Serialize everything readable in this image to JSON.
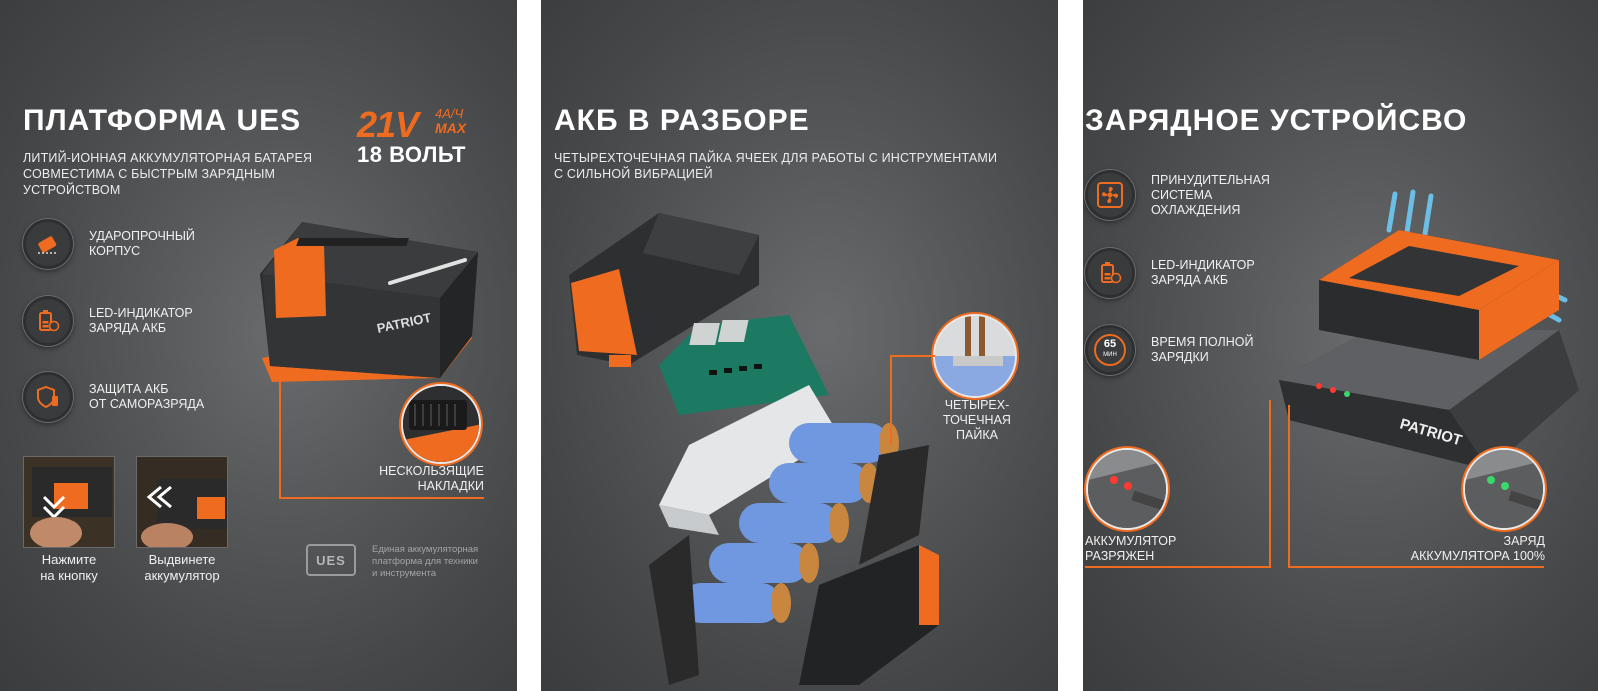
{
  "colors": {
    "accent": "#ee6b1f",
    "panel_bg": "#505153",
    "text": "#ffffff",
    "cell_blue": "#6f98e0",
    "pcb_green": "#1c7a62"
  },
  "panel1": {
    "title": "ПЛАТФОРМА UES",
    "subtitle_lines": [
      "ЛИТИЙ-ИОННАЯ АККУМУЛЯТОРНАЯ БАТАРЕЯ",
      "СОВМЕСТИМА С БЫСТРЫМ ЗАРЯДНЫМ",
      "УСТРОЙСТВОМ"
    ],
    "brand": {
      "volt": "21V",
      "amp": "4А/Ч",
      "max": "MAX",
      "volts18": "18 ВОЛЬТ"
    },
    "features": [
      {
        "icon": "shield-battery-icon",
        "text": "УДАРОПРОЧНЫЙ\nКОРПУС"
      },
      {
        "icon": "battery-indicator-icon",
        "text": "LED-ИНДИКАТОР\nЗАРЯДА АКБ"
      },
      {
        "icon": "shield-icon",
        "text": "ЗАЩИТА АКБ\nОТ САМОРАЗРЯДА"
      }
    ],
    "callout": "НЕСКОЛЬЗЯЩИЕ\nНАКЛАДКИ",
    "battery_label": "PATRIOT",
    "thumb_captions": [
      "Нажмите\nна кнопку",
      "Выдвинете\nаккумулятор"
    ],
    "ues_logo": "UES",
    "ues_desc": "Единая аккумуляторная\nплатформа для техники\nи инструмента"
  },
  "panel2": {
    "title": "АКБ В РАЗБОРЕ",
    "subtitle_lines": [
      "ЧЕТЫРЕХТОЧЕЧНАЯ ПАЙКА ЯЧЕЕК ДЛЯ РАБОТЫ С ИНСТРУМЕНТАМИ",
      "С СИЛЬНОЙ ВИБРАЦИЕЙ"
    ],
    "callout": "ЧЕТЫРЕХ-\nТОЧЕЧНАЯ\nПАЙКА"
  },
  "panel3": {
    "title": "ЗАРЯДНОЕ УСТРОЙСВО",
    "features": [
      {
        "icon": "fan-icon",
        "text": "ПРИНУДИТЕЛЬНАЯ\nСИСТЕМА\nОХЛАЖДЕНИЯ"
      },
      {
        "icon": "battery-indicator-icon",
        "text": "LED-ИНДИКАТОР\nЗАРЯДА АКБ"
      },
      {
        "icon": "timer-icon",
        "text": "ВРЕМЯ ПОЛНОЙ\nЗАРЯДКИ",
        "badge_value": "65",
        "badge_unit": "МИН"
      }
    ],
    "charger_label": "PATRIOT",
    "callout_left": "АККУМУЛЯТОР\nРАЗРЯЖЕН",
    "callout_right": "ЗАРЯД\nАККУМУЛЯТОРА 100%"
  }
}
